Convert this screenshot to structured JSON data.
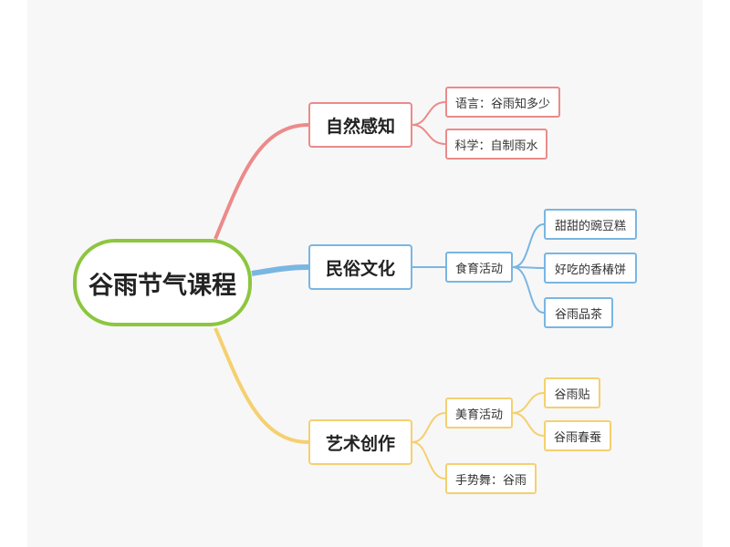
{
  "root": {
    "label": "谷雨节气课程"
  },
  "branches": [
    {
      "label": "自然感知",
      "color": "#ec8a8a",
      "children": [
        {
          "label": "语言：谷雨知多少"
        },
        {
          "label": "科学：自制雨水"
        }
      ]
    },
    {
      "label": "民俗文化",
      "color": "#79b6e2",
      "children": [
        {
          "label": "食育活动",
          "children": [
            {
              "label": "甜甜的豌豆糕"
            },
            {
              "label": "好吃的香椿饼"
            },
            {
              "label": "谷雨品茶"
            }
          ]
        }
      ]
    },
    {
      "label": "艺术创作",
      "color": "#f5d070",
      "children": [
        {
          "label": "美育活动",
          "children": [
            {
              "label": "谷雨贴"
            },
            {
              "label": "谷雨春蚕"
            }
          ]
        },
        {
          "label": "手势舞：谷雨"
        }
      ]
    }
  ]
}
